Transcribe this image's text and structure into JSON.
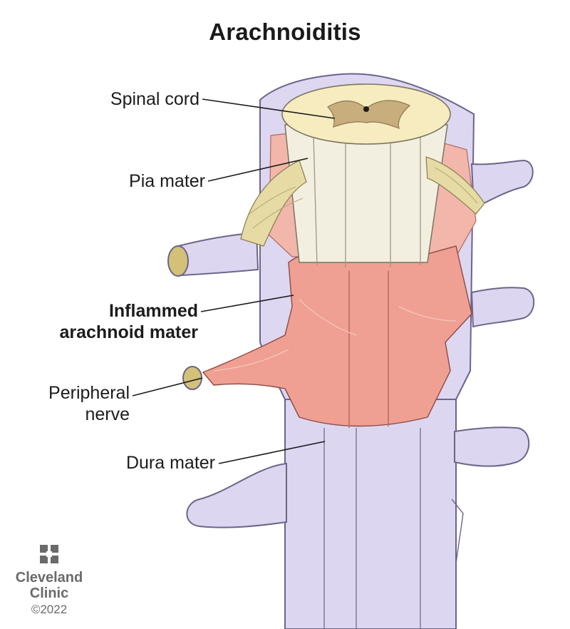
{
  "title": "Arachnoiditis",
  "labels": {
    "spinal_cord": "Spinal cord",
    "pia_mater": "Pia mater",
    "inflamed_line1": "Inflammed",
    "inflamed_line2": "arachnoid mater",
    "peripheral_line1": "Peripheral",
    "peripheral_line2": "nerve",
    "dura_mater": "Dura mater"
  },
  "brand": {
    "line1": "Cleveland",
    "line2": "Clinic",
    "copyright": "©2022",
    "logo_icon": "cleveland-clinic-logo-icon"
  },
  "colors": {
    "dura": "#d9d3ef",
    "dura_outline": "#6c6588",
    "arachnoid": "#efa092",
    "cord": "#f5eed6",
    "gray_matter": "#c9ae7d",
    "nerve_fibers": "#e6dba5"
  }
}
